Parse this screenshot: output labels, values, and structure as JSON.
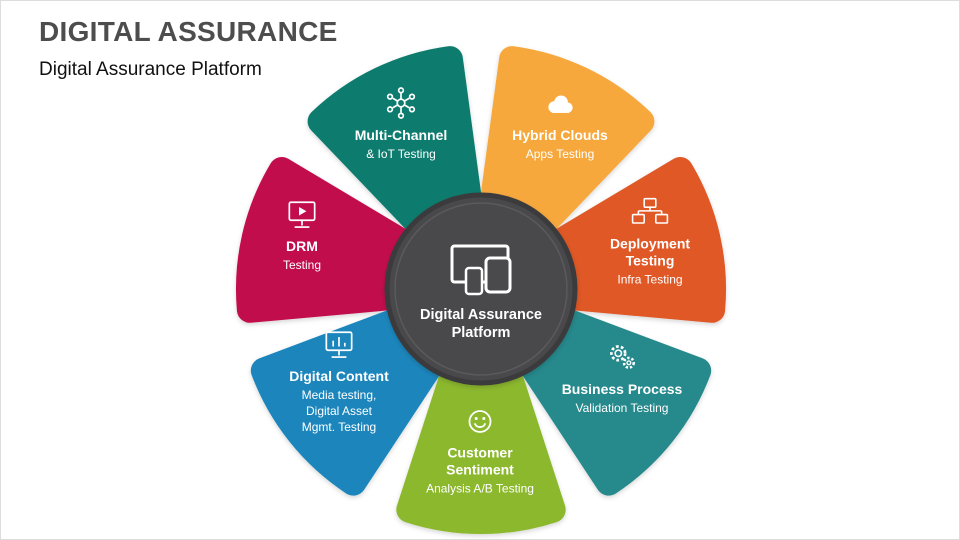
{
  "slide": {
    "title": "DIGITAL ASSURANCE",
    "subtitle": "Digital Assurance Platform",
    "title_color": "#4D4D4D",
    "subtitle_color": "#111111",
    "background": "#FFFFFF"
  },
  "center": {
    "icon": "devices-icon",
    "title_lines": [
      "Digital Assurance",
      "Platform"
    ],
    "color": "#4A4A4C",
    "ring_color": "#3B3B3D",
    "inner_ring_color": "#5A5A5C",
    "text_color": "#FFFFFF"
  },
  "petals": [
    {
      "id": "multi-channel",
      "icon": "network-hub-icon",
      "color": "#107C6E",
      "title_lines": [
        "Multi-Channel"
      ],
      "subtitle_lines": [
        "& IoT Testing"
      ]
    },
    {
      "id": "hybrid-clouds",
      "icon": "cloud-icon",
      "color": "#F6A83D",
      "title_lines": [
        "Hybrid Clouds"
      ],
      "subtitle_lines": [
        "Apps Testing"
      ]
    },
    {
      "id": "deployment-testing",
      "icon": "network-computers-icon",
      "color": "#DF5827",
      "title_lines": [
        "Deployment",
        "Testing"
      ],
      "subtitle_lines": [
        "Infra Testing"
      ]
    },
    {
      "id": "business-process",
      "icon": "gears-icon",
      "color": "#27898C",
      "title_lines": [
        "Business Process"
      ],
      "subtitle_lines": [
        "Validation Testing"
      ]
    },
    {
      "id": "customer-sentiment",
      "icon": "smiley-icon",
      "color": "#8CB82D",
      "title_lines": [
        "Customer",
        "Sentiment"
      ],
      "subtitle_lines": [
        "Analysis A/B Testing"
      ]
    },
    {
      "id": "digital-content",
      "icon": "chart-monitor-icon",
      "color": "#1C86BC",
      "title_lines": [
        "Digital Content"
      ],
      "subtitle_lines": [
        "Media testing,",
        "Digital Asset",
        "Mgmt. Testing"
      ]
    },
    {
      "id": "drm",
      "icon": "play-monitor-icon",
      "color": "#C2114E",
      "title_lines": [
        "DRM"
      ],
      "subtitle_lines": [
        "Testing"
      ]
    }
  ]
}
